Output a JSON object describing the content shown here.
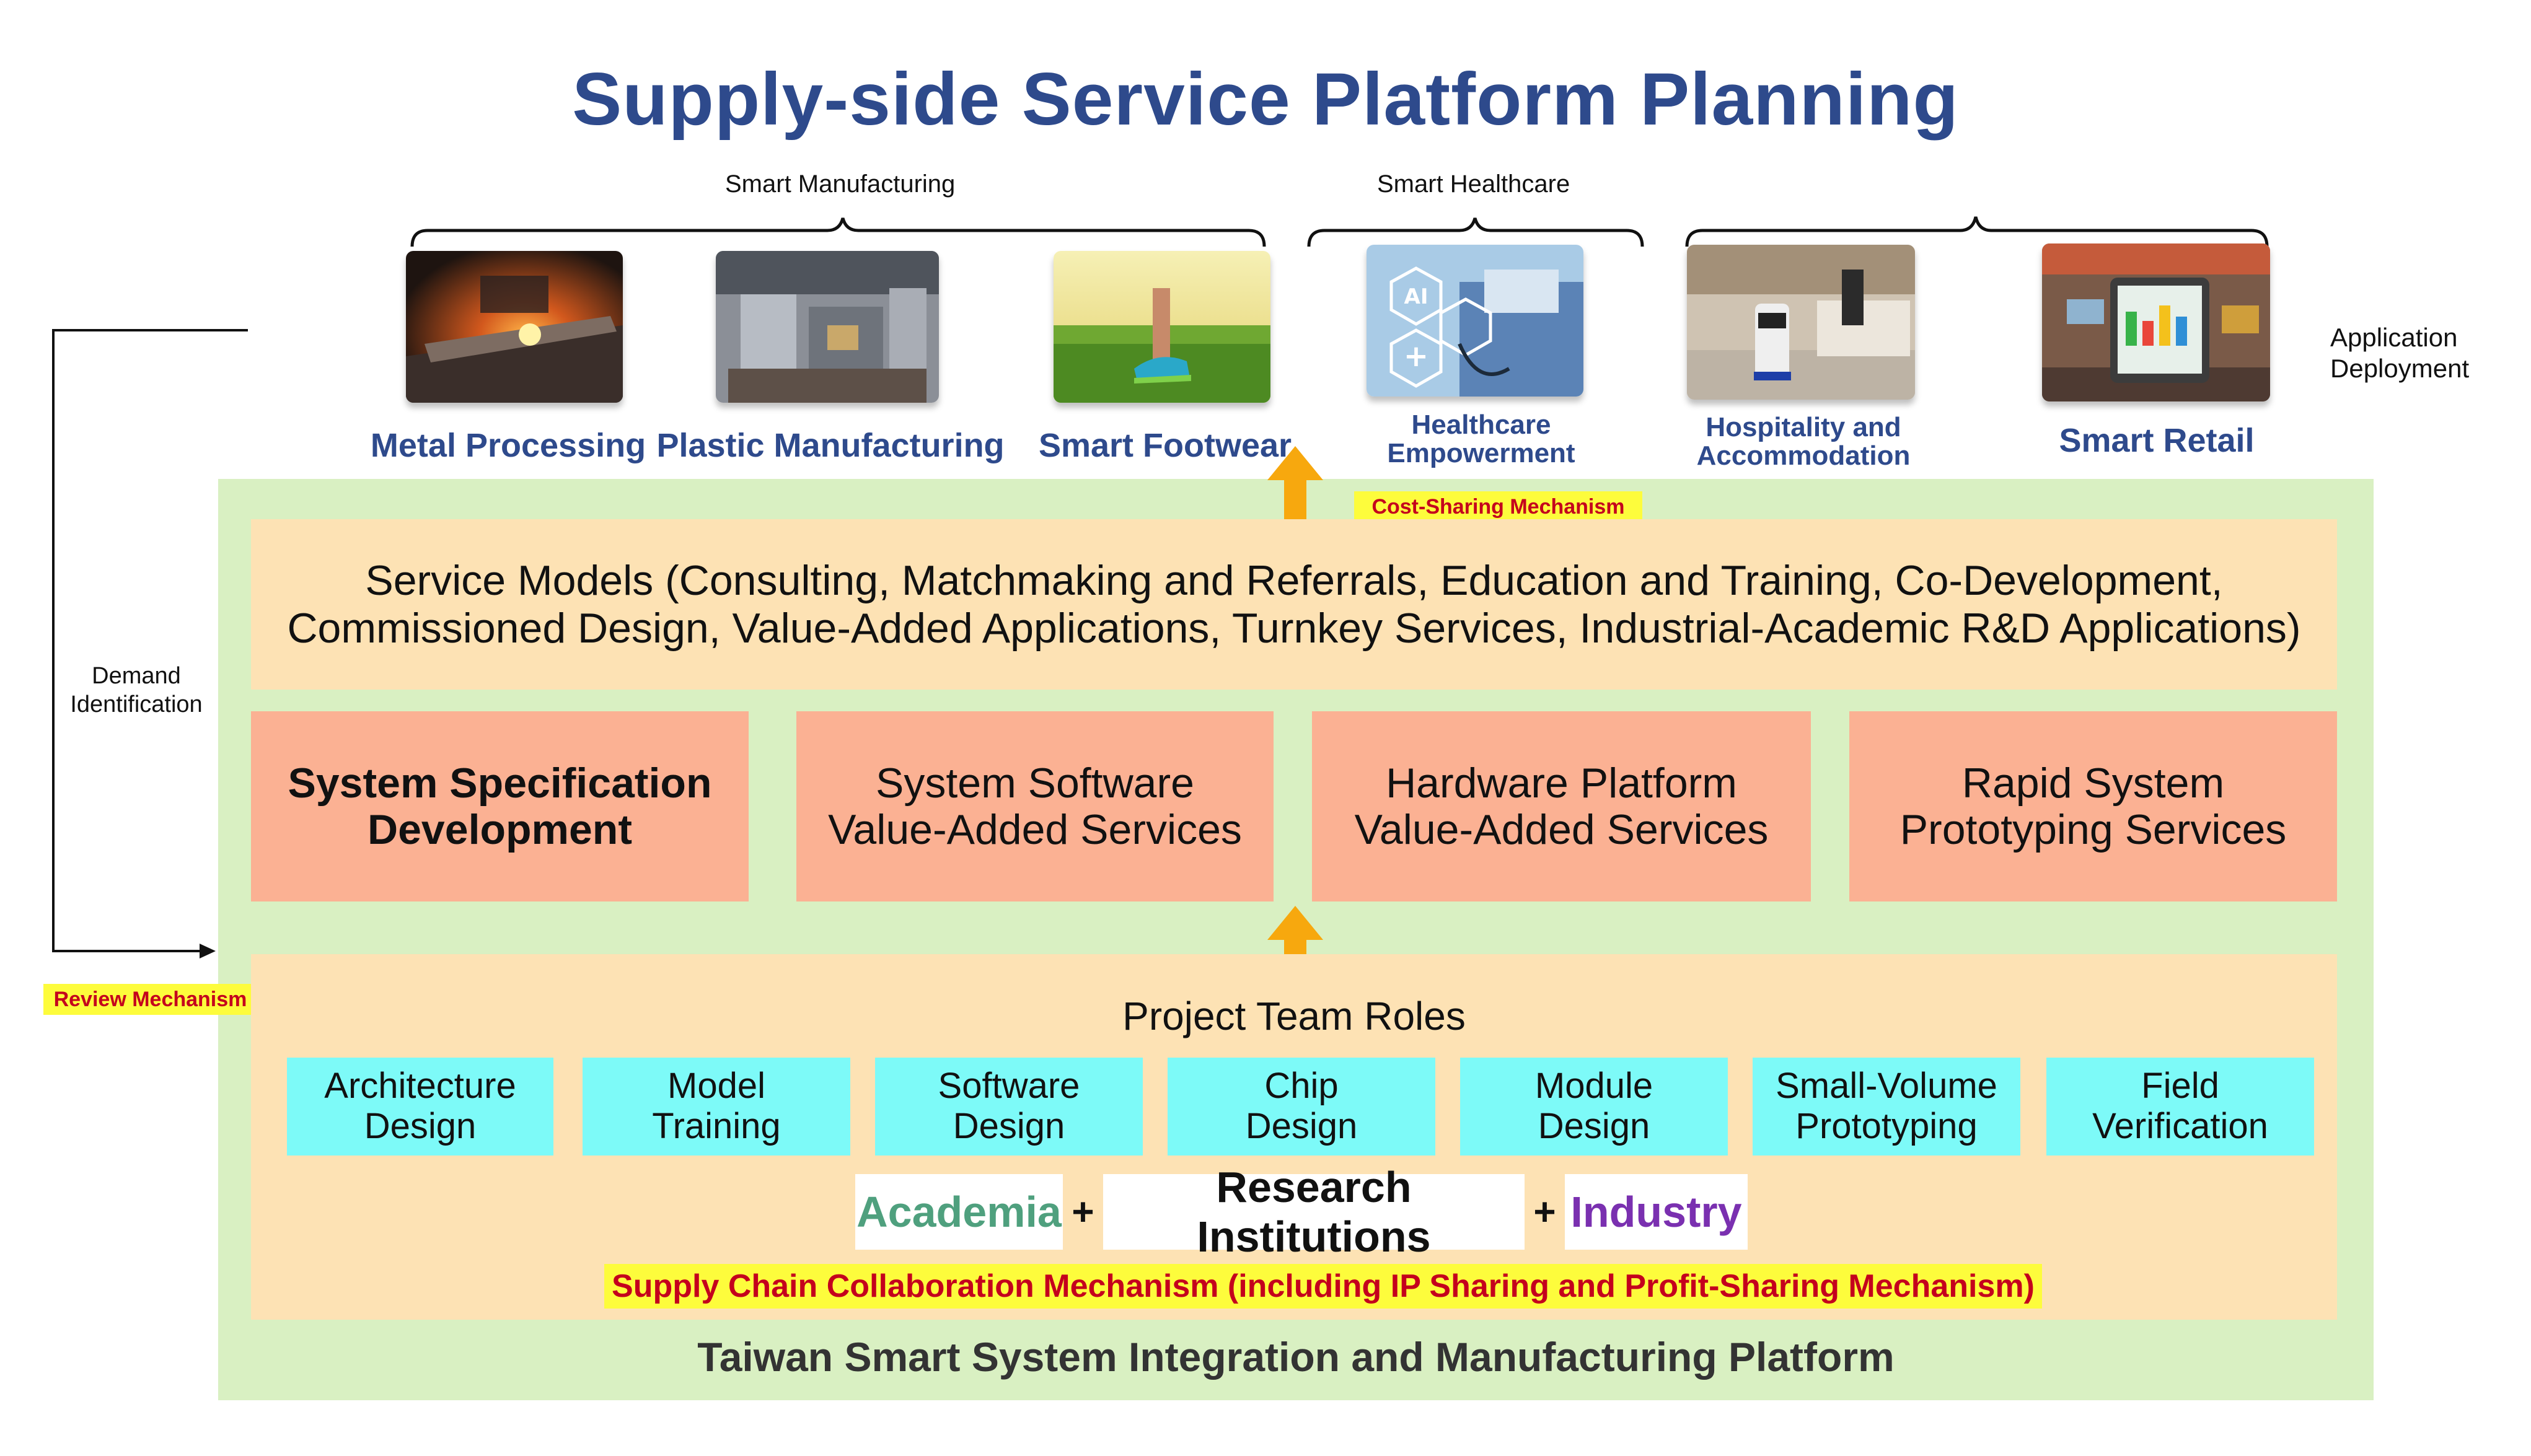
{
  "title": "Supply-side Service Platform Planning",
  "groups": {
    "manufacturing": "Smart Manufacturing",
    "healthcare": "Smart Healthcare"
  },
  "applications": [
    {
      "label": "Metal Processing",
      "icon": "metal-processing-photo"
    },
    {
      "label": "Plastic Manufacturing",
      "icon": "plastic-manufacturing-photo"
    },
    {
      "label": "Smart Footwear",
      "icon": "smart-footwear-photo"
    },
    {
      "label_lines": [
        "Healthcare",
        "Empowerment"
      ],
      "icon": "healthcare-photo"
    },
    {
      "label_lines": [
        "Hospitality and",
        "Accommodation"
      ],
      "icon": "hospitality-photo"
    },
    {
      "label": "Smart Retail",
      "icon": "smart-retail-photo"
    }
  ],
  "application_deployment": [
    "Application",
    "Deployment"
  ],
  "demand_identification": [
    "Demand",
    "Identification"
  ],
  "review_mechanism": "Review Mechanism",
  "cost_sharing": "Cost-Sharing Mechanism",
  "service_models": [
    "Service Models (Consulting, Matchmaking and Referrals, Education and Training, Co-Development,",
    "Commissioned Design, Value-Added Applications, Turnkey Services, Industrial-Academic R&D Applications)"
  ],
  "services": [
    {
      "lines": [
        "System Specification",
        "Development"
      ],
      "bold": true
    },
    {
      "lines": [
        "System Software",
        "Value-Added Services"
      ],
      "bold": false
    },
    {
      "lines": [
        "Hardware Platform",
        "Value-Added Services"
      ],
      "bold": false
    },
    {
      "lines": [
        "Rapid System",
        "Prototyping Services"
      ],
      "bold": false
    }
  ],
  "team_title": "Project Team Roles",
  "roles": [
    [
      "Architecture",
      "Design"
    ],
    [
      "Model",
      "Training"
    ],
    [
      "Software",
      "Design"
    ],
    [
      "Chip",
      "Design"
    ],
    [
      "Module",
      "Design"
    ],
    [
      "Small-Volume",
      "Prototyping"
    ],
    [
      "Field",
      "Verification"
    ]
  ],
  "parties": {
    "academia": "Academia",
    "research": "Research Institutions",
    "industry": "Industry",
    "plus": "+"
  },
  "supply_chain": "Supply Chain Collaboration Mechanism (including IP Sharing and Profit-Sharing Mechanism)",
  "platform_name": "Taiwan Smart System Integration and Manufacturing Platform",
  "colors": {
    "title": "#2e4a8c",
    "platform_bg": "#d9f0c2",
    "service_models_bg": "#fde2b4",
    "service_box_bg": "#fbb193",
    "role_box_bg": "#7dfaf8",
    "arrow": "#f7a80e",
    "highlight_bg": "#fdfc3c",
    "highlight_text": "#c4001d",
    "academia": "#4fa07e",
    "industry": "#7a30b0"
  }
}
